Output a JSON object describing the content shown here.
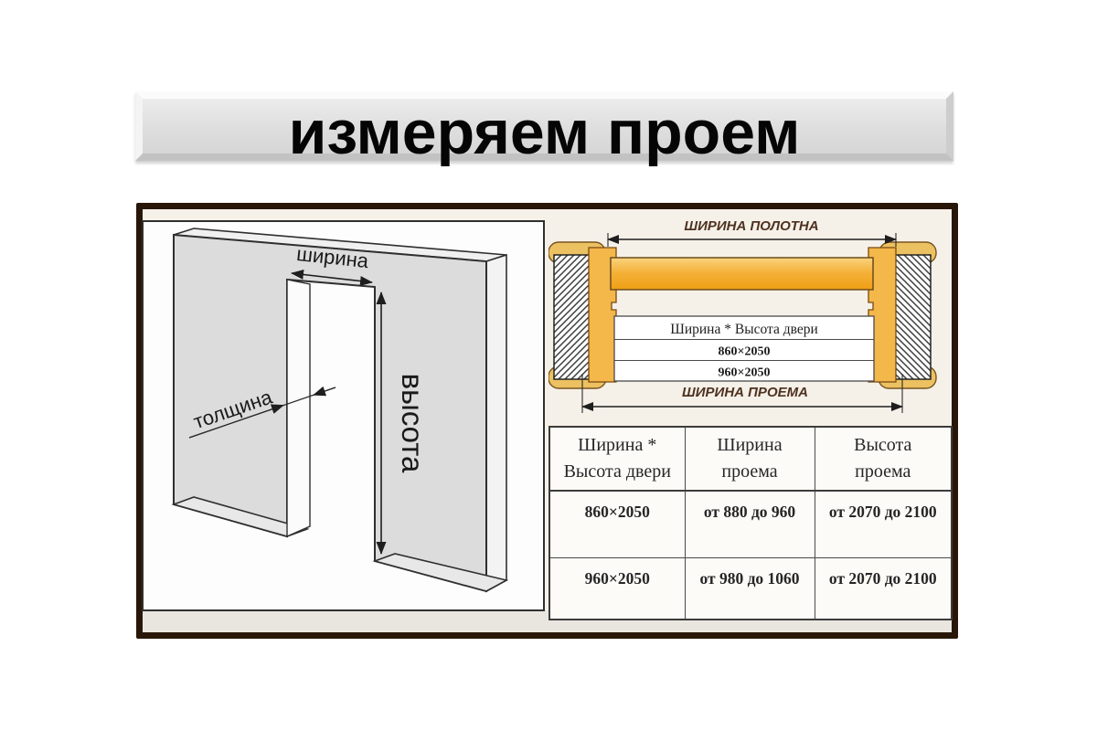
{
  "title": "измеряем проем",
  "left_diagram": {
    "width_label": "ширина",
    "height_label": "высота",
    "thickness_label": "толщина"
  },
  "cross_section": {
    "leaf_width_label": "ШИРИНА ПОЛОТНА",
    "opening_width_label": "ШИРИНА ПРОЕМА",
    "inner_table": {
      "header": "Ширина * Высота двери",
      "rows": [
        "860×2050",
        "960×2050"
      ]
    }
  },
  "size_table": {
    "headers": [
      [
        "Ширина *",
        "Высота двери"
      ],
      [
        "Ширина",
        "проема"
      ],
      [
        "Высота",
        "проема"
      ]
    ],
    "rows": [
      [
        "860×2050",
        "от 880 до 960",
        "от 2070 до 2100"
      ],
      [
        "960×2050",
        "от 980 до 1060",
        "от 2070 до 2100"
      ]
    ]
  },
  "colors": {
    "frame_brown": "#281708",
    "door_leaf_orange": "#f0a319",
    "jamb_yellow": "#f3b74a",
    "label_brown": "#4e3120",
    "wall_gray": "#dcdcdc"
  }
}
